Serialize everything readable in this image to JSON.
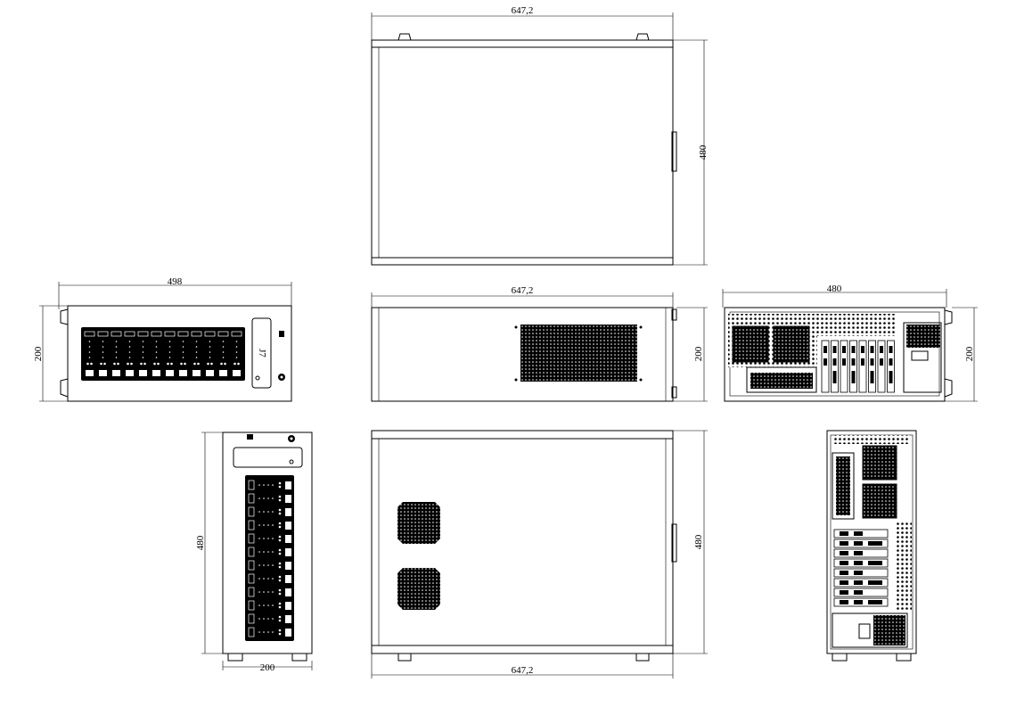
{
  "drawing": {
    "top_view": {
      "width_label": "647,2",
      "depth_label": "480"
    },
    "front_view": {
      "width_label": "498",
      "height_label": "200",
      "drive_bays": 12,
      "panel_logo": "J7"
    },
    "side_view": {
      "width_label": "647,2",
      "height_label": "200"
    },
    "rear_view": {
      "width_label": "480",
      "height_label": "200"
    },
    "front_view_vertical": {
      "height_label": "480",
      "width_label": "200",
      "drive_bays": 12
    },
    "side_view_vertical": {
      "width_label": "647,2",
      "height_label": "480",
      "vent_count": 2
    },
    "rear_view_vertical": {}
  },
  "colors": {
    "line": "#000000",
    "background": "#ffffff"
  }
}
